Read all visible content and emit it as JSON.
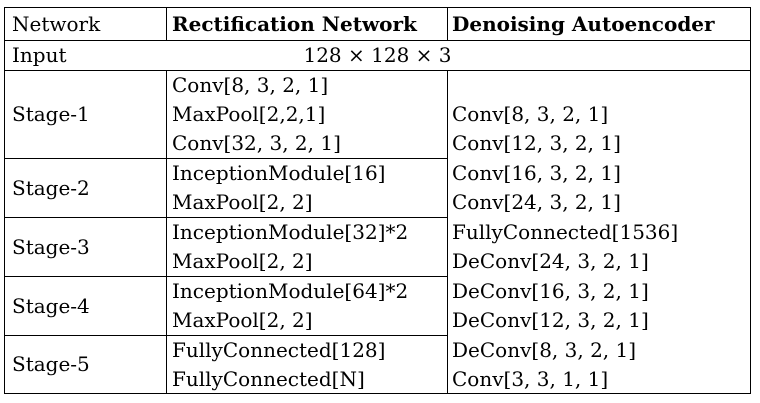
{
  "header": {
    "col1": "Network",
    "col2": "Rectification Network",
    "col3": "Denoising Autoencoder"
  },
  "input_row": {
    "label": "Input",
    "value": "128 × 128 × 3"
  },
  "stages": [
    {
      "label": "Stage-1",
      "rect": [
        "Conv[8, 3, 2, 1]",
        "MaxPool[2,2,1]",
        "Conv[32, 3, 2, 1]"
      ]
    },
    {
      "label": "Stage-2",
      "rect": [
        "InceptionModule[16]",
        "MaxPool[2, 2]"
      ]
    },
    {
      "label": "Stage-3",
      "rect": [
        "InceptionModule[32]*2",
        "MaxPool[2, 2]"
      ]
    },
    {
      "label": "Stage-4",
      "rect": [
        "InceptionModule[64]*2",
        "MaxPool[2, 2]"
      ]
    },
    {
      "label": "Stage-5",
      "rect": [
        "FullyConnected[128]",
        "FullyConnected[N]"
      ]
    }
  ],
  "denoising": [
    "Conv[8, 3, 2, 1]",
    "Conv[12, 3, 2, 1]",
    "Conv[16, 3, 2, 1]",
    "Conv[24, 3, 2, 1]",
    "FullyConnected[1536]",
    "DeConv[24, 3, 2, 1]",
    "DeConv[16, 3, 2, 1]",
    "DeConv[12, 3, 2, 1]",
    "DeConv[8, 3, 2, 1]",
    "Conv[3, 3, 1, 1]"
  ]
}
